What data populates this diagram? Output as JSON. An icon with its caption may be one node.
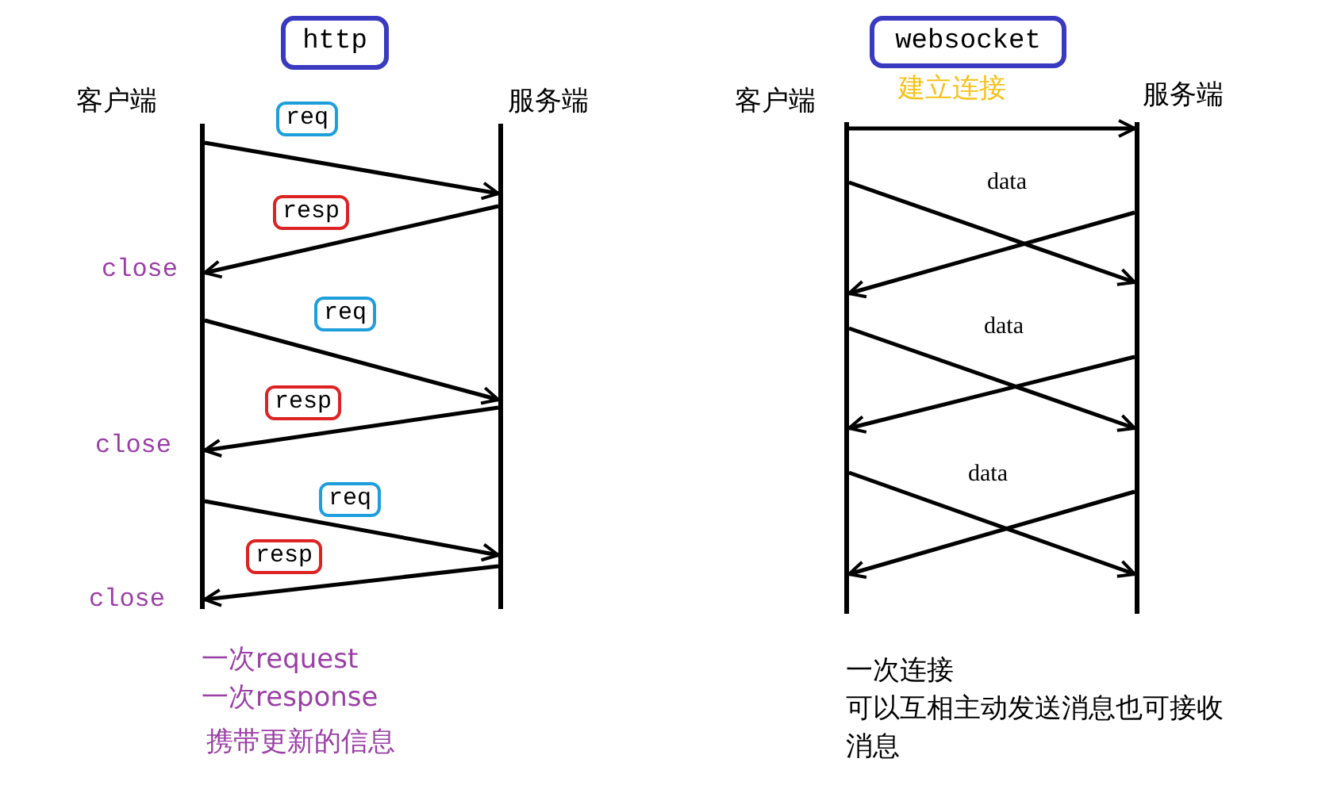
{
  "diagram": {
    "nodes": [
      {
        "text": [
          "http"
        ]
      },
      {
        "text": [],
        "shape": "bar",
        "beside": [
          "客户端"
        ]
      },
      {
        "text": [],
        "shape": "bar",
        "beside": [
          "服务端"
        ]
      },
      {
        "text": [
          "websocket"
        ]
      },
      {
        "text": [],
        "shape": "bar",
        "beside": [
          "客户端"
        ]
      },
      {
        "text": [],
        "shape": "bar",
        "beside": [
          "服务端"
        ]
      }
    ],
    "edges": [
      {
        "from": 1,
        "to": 2,
        "arrow": "to",
        "label": "req"
      },
      {
        "from": 2,
        "to": 1,
        "arrow": "to",
        "label": "resp"
      },
      {
        "from": 1,
        "to": 2,
        "arrow": "to",
        "label": "req"
      },
      {
        "from": 2,
        "to": 1,
        "arrow": "to",
        "label": "resp"
      },
      {
        "from": 1,
        "to": 2,
        "arrow": "to",
        "label": "req"
      },
      {
        "from": 2,
        "to": 1,
        "arrow": "to",
        "label": "resp"
      },
      {
        "from": 4,
        "to": 5,
        "arrow": "to",
        "label": "建立连接"
      },
      {
        "from": 4,
        "to": 5,
        "arrow": "to",
        "label": "data"
      },
      {
        "from": 5,
        "to": 4,
        "arrow": "to"
      },
      {
        "from": 4,
        "to": 5,
        "arrow": "to",
        "label": "data"
      },
      {
        "from": 5,
        "to": 4,
        "arrow": "to"
      },
      {
        "from": 4,
        "to": 5,
        "arrow": "to",
        "label": "data"
      },
      {
        "from": 5,
        "to": 4,
        "arrow": "to"
      }
    ],
    "labels": [
      "close",
      "close",
      "close",
      "一次request",
      "一次response",
      "携带更新的信息",
      "一次连接",
      "可以互相主动发送消息也可接收消息"
    ]
  }
}
